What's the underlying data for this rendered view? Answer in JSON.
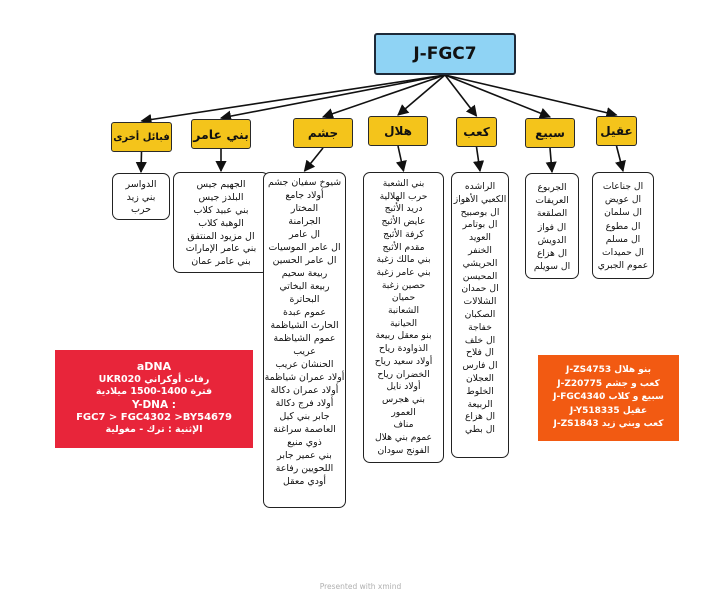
{
  "root": "J-FGC7",
  "colors": {
    "root_fill": "#8fd3f4",
    "tribe_fill": "#f4c41b",
    "note_red": "#e8253a",
    "note_orange": "#f25a12"
  },
  "tribes": [
    {
      "name": "فبائل أخرى",
      "members": [
        "الدواسر",
        "بني زيد",
        "حرب"
      ]
    },
    {
      "name": "بني عامر",
      "members": [
        "الجهيم جيس",
        "البلدز جيس",
        "بني عبيد كلاب",
        "الوهبة كلاب",
        "ال مزيود المنتفق",
        "بني عامر الإمارات",
        "بني عامر عمان"
      ]
    },
    {
      "name": "جشم",
      "members": [
        "شيوخ سفيان جشم",
        "أولاد جامع",
        "المختار",
        "الجرامنة",
        "ال عامر",
        "ال عامر الموسيات",
        "ال عامر الحسين",
        "ربيعة سحيم",
        "ربيعة البخاتي",
        "البحاترة",
        "عموم عبدة",
        "الحارث الشياظمة",
        "عموم الشياظمة",
        "عريب",
        "الحنشان عريب",
        "أولاد عمران شياظمة",
        "أولاد عمران دكالة",
        "أولاد فرج دكالة",
        "جابر بني كيل",
        "العاصمة سراغنة",
        "ذوي منيع",
        "بني عمير جابر",
        "اللحويين رفاعة",
        "أودي معقل"
      ]
    },
    {
      "name": "هلال",
      "members": [
        "بني الشعبة",
        "حرب الهلالية",
        "دريد الأثبج",
        "عايض الأثبج",
        "كرفة الأثبج",
        "مقدم الأثبج",
        "بني مالك زغبة",
        "بني عامر زغبة",
        "حصين زغبة",
        "حميان",
        "الشعانبة",
        "الحيانية",
        "بنو معقل ربيعة",
        "الذواودة رياح",
        "أولاد سعيد رياح",
        "الخضران رياح",
        "أولاد نايل",
        "بني هجرس",
        "العمور",
        "مناف",
        "عموم بني هلال",
        "الفونج سودان"
      ]
    },
    {
      "name": "كعب",
      "members": [
        "الراشده",
        "الكعبي الأهواز",
        "ال بوصبيح",
        "ال بوتامر",
        "العويد",
        "الخنفر",
        "الحريشي",
        "المحيسن",
        "ال حمدان",
        "الشلالات",
        "الصكبان",
        "خفاجة",
        "ال خلف",
        "ال فلاح",
        "ال فارس",
        "العجلان",
        "الخلوط",
        "الربيعة",
        "ال هزاع",
        "ال بطي"
      ]
    },
    {
      "name": "سبيع",
      "members": [
        "الجربوع",
        "العريفات",
        "الصلقعة",
        "ال فواز",
        "الدويش",
        "ال هزاع",
        "ال سويلم"
      ]
    },
    {
      "name": "عقيل",
      "members": [
        "ال جناعات",
        "ال عويض",
        "ال سلمان",
        "ال مطوع",
        "ال مسلم",
        "ال حميدات",
        "عموم الجبري"
      ]
    }
  ],
  "adna_note": {
    "lines": [
      "aDNA",
      "رفات أوكراني UKR020",
      "فترة 1400-1500 ميلادية",
      "Y-DNA :",
      "FGC7 > FGC4302 >BY54679",
      "الإثنية : ترك - مغولية"
    ]
  },
  "snp_note": {
    "lines": [
      "بنو هلال J-ZS4753",
      "كعب و جشم J-Z20775",
      "سبيع و كلاب J-FGC4340",
      "عقيل J-Y518335",
      "كعب وبني زيد J-ZS1843"
    ]
  },
  "footer": "Presented with xmind"
}
